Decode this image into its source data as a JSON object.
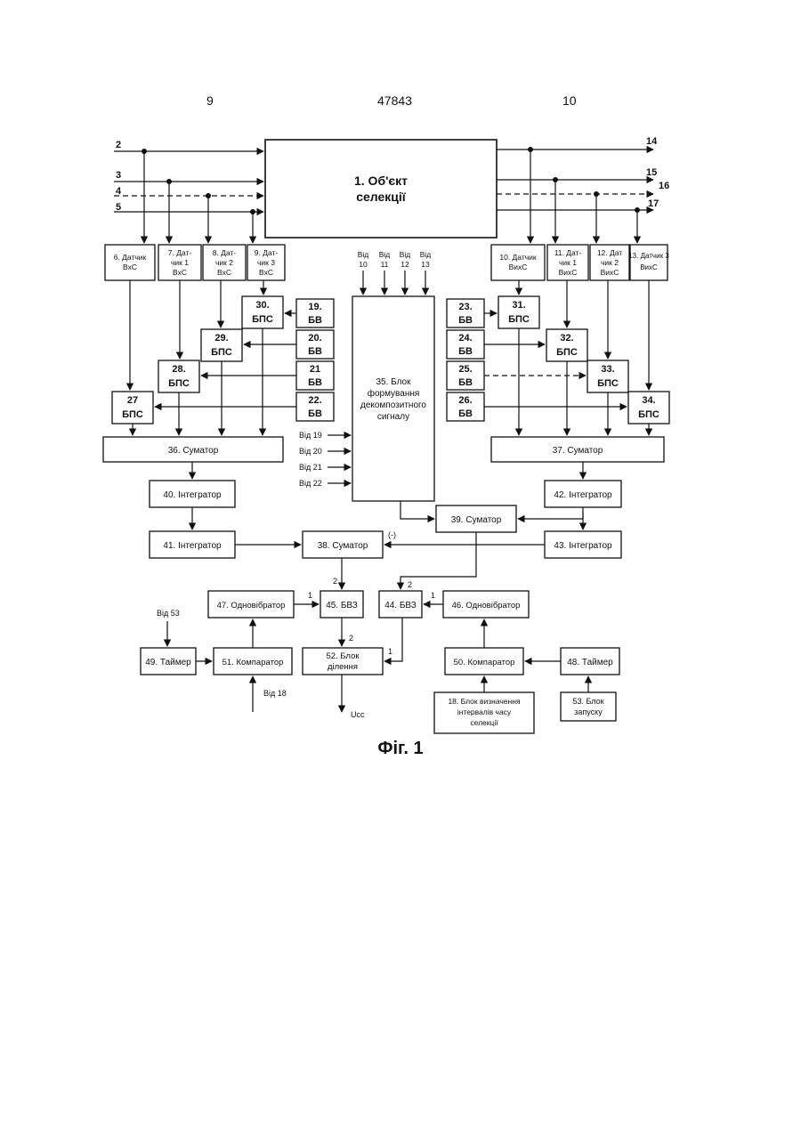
{
  "header": {
    "page_left": "9",
    "patent_no": "47843",
    "page_right": "10"
  },
  "caption": "Фіг. 1",
  "blocks": {
    "b1": [
      "1. Об'єкт",
      "селекції"
    ],
    "b6": [
      "6. Датчик",
      "ВхС"
    ],
    "b7": [
      "7. Дат-",
      "чик 1",
      "ВхС"
    ],
    "b8": [
      "8. Дат-",
      "чик 2",
      "ВхС"
    ],
    "b9": [
      "9. Дат-",
      "чик 3",
      "ВхС"
    ],
    "b10": [
      "10. Датчик",
      "ВихС"
    ],
    "b11": [
      "11. Дат-",
      "чик 1",
      "ВихС"
    ],
    "b12": [
      "12. Дат",
      "чик 2",
      "ВихС"
    ],
    "b13": [
      "13. Датчик 3",
      "ВихС"
    ],
    "b19": [
      "19.",
      "БВ"
    ],
    "b20": [
      "20.",
      "БВ"
    ],
    "b21": [
      "21",
      "БВ"
    ],
    "b22": [
      "22.",
      "БВ"
    ],
    "b23": [
      "23.",
      "БВ"
    ],
    "b24": [
      "24.",
      "БВ"
    ],
    "b25": [
      "25.",
      "БВ"
    ],
    "b26": [
      "26.",
      "БВ"
    ],
    "b27": [
      "27",
      "БПС"
    ],
    "b28": [
      "28.",
      "БПС"
    ],
    "b29": [
      "29.",
      "БПС"
    ],
    "b30": [
      "30.",
      "БПС"
    ],
    "b31": [
      "31.",
      "БПС"
    ],
    "b32": [
      "32.",
      "БПС"
    ],
    "b33": [
      "33.",
      "БПС"
    ],
    "b34": [
      "34.",
      "БПС"
    ],
    "b35": [
      "35. Блок",
      "формування",
      "декомпозитного",
      "сигналу"
    ],
    "b36": "36. Суматор",
    "b37": "37. Суматор",
    "b38": "38. Суматор",
    "b39": "39. Суматор",
    "b40": "40. Інтегратор",
    "b41": "41. Інтегратор",
    "b42": "42. Інтегратор",
    "b43": "43. Інтегратор",
    "b44": "44. БВЗ",
    "b45": "45. БВЗ",
    "b46": "46. Одновібратор",
    "b47": "47. Одновібратор",
    "b48": "48. Таймер",
    "b49": "49. Таймер",
    "b50": "50. Компаратор",
    "b51": "51. Компаратор",
    "b52": [
      "52. Блок",
      "ділення"
    ],
    "b18": [
      "18. Блок визначення",
      "інтервалів часу",
      "селекції"
    ],
    "b53": [
      "53. Блок",
      "запуску"
    ]
  },
  "signals": {
    "in_2": "2",
    "in_3": "3",
    "in_4": "4",
    "in_5": "5",
    "out_14": "14",
    "out_15": "15",
    "out_16": "16",
    "out_17": "17",
    "vid": "Від",
    "vid_10": "10",
    "vid_11": "11",
    "vid_12": "12",
    "vid_13": "13",
    "vid_19": "Від 19",
    "vid_20": "Від 20",
    "vid_21": "Від 21",
    "vid_22": "Від 22",
    "vid_53": "Від 53",
    "vid_18": "Від 18",
    "ucc": "Ucc",
    "minus": "(-)",
    "port_1a": "1",
    "port_2a": "2",
    "port_1b": "1",
    "port_2b": "2",
    "port_2c": "2",
    "port_1c": "1"
  }
}
